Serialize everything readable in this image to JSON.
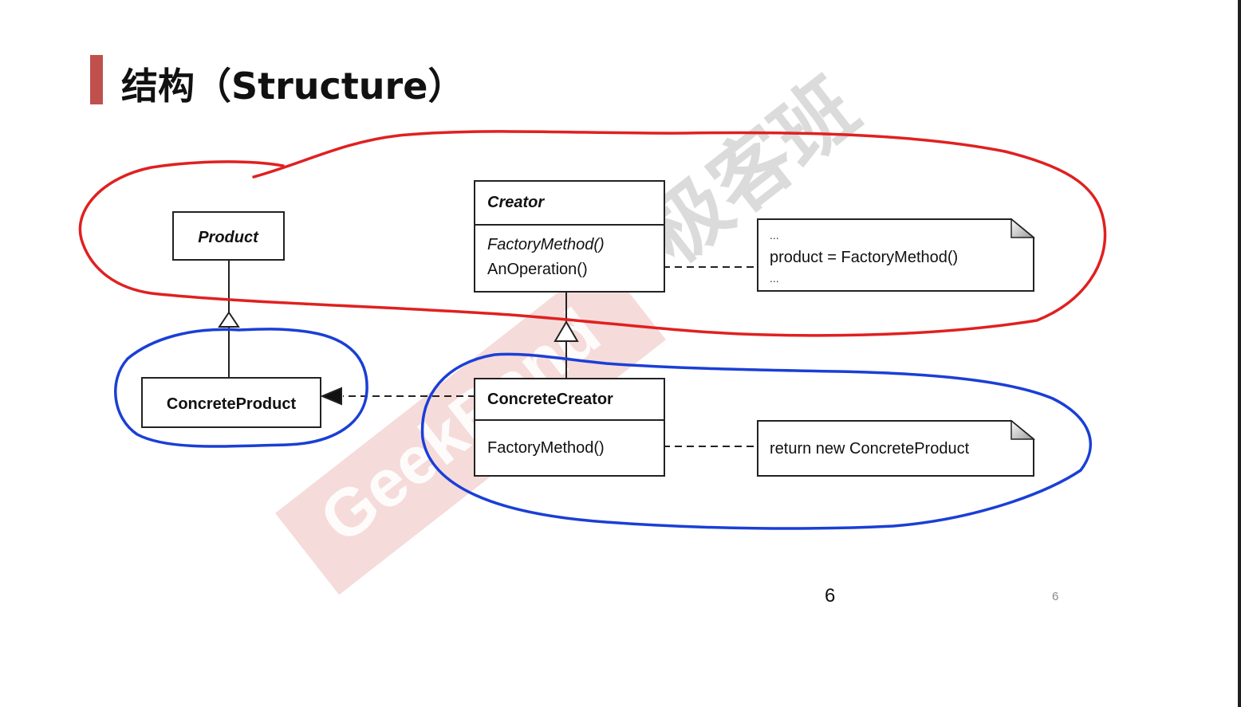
{
  "title": "结构（Structure）",
  "watermark": {
    "brand": "GeekBand",
    "chinese": "极客班"
  },
  "classes": {
    "product": "Product",
    "concrete_product": "ConcreteProduct",
    "creator": {
      "name": "Creator",
      "ops": [
        "FactoryMethod()",
        "AnOperation()"
      ]
    },
    "concrete_creator": {
      "name": "ConcreteCreator",
      "ops": [
        "FactoryMethod()"
      ]
    }
  },
  "notes": {
    "creator_note": [
      "...",
      "product = FactoryMethod()",
      "..."
    ],
    "concrete_creator_note": "return new ConcreteProduct"
  },
  "page": {
    "number_main": "6",
    "number_small": "6"
  },
  "colors": {
    "accent": "#c0504d",
    "red_circle": "#e02020",
    "blue_circle": "#1a3fd6",
    "watermark": "#e8b0ad"
  }
}
